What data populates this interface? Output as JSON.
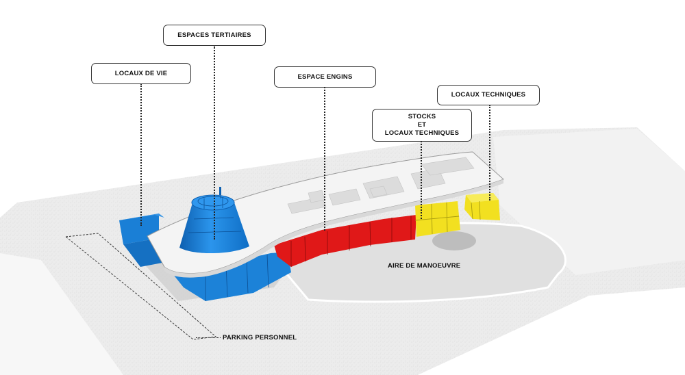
{
  "labels": {
    "locaux_de_vie": "LOCAUX DE VIE",
    "espaces_tertiaires": "ESPACES TERTIAIRES",
    "espace_engins": "ESPACE ENGINS",
    "stocks_line1": "STOCKS",
    "stocks_line2": "ET",
    "stocks_line3": "LOCAUX TECHNIQUES",
    "locaux_techniques": "LOCAUX TECHNIQUES",
    "aire_de_manoeuvre": "AIRE DE MANOEUVRE",
    "parking_personnel": "PARKING PERSONNEL"
  },
  "colors": {
    "locaux_de_vie": "#1a7fd6",
    "espaces_tertiaires": "#1a7fd6",
    "espace_engins": "#e01818",
    "stocks": "#f2e020",
    "locaux_techniques": "#f2e020",
    "roof": "#f4f4f4",
    "ground": "#e9e9e9",
    "apron": "#d8d8d8"
  }
}
